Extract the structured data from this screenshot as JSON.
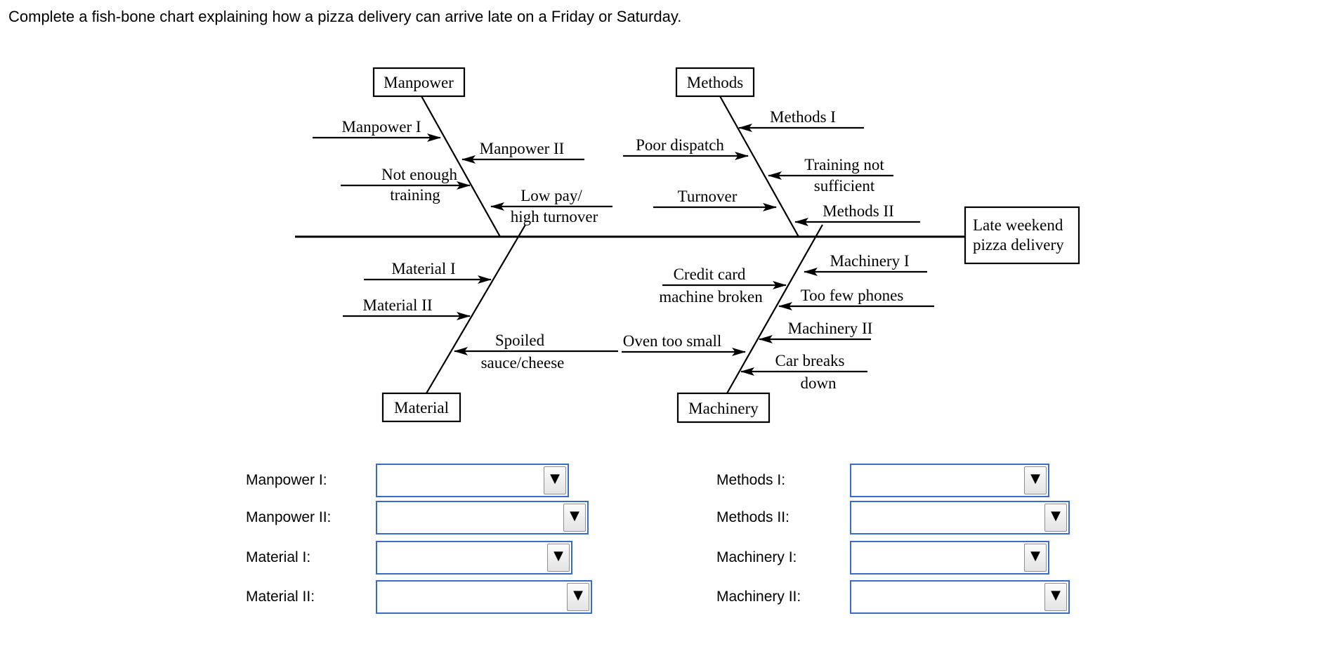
{
  "page": {
    "title": "Complete a fish-bone chart explaining how a pizza delivery can arrive late on a Friday or Saturday."
  },
  "colors": {
    "select_border": "#3a6cc7",
    "diagram_line": "#000000"
  },
  "icons": {
    "dropdown_arrow": "▼"
  },
  "diagram": {
    "boxes": {
      "manpower": "Manpower",
      "methods": "Methods",
      "material": "Material",
      "machinery": "Machinery"
    },
    "effect": {
      "line1": "Late weekend",
      "line2": "pizza delivery"
    },
    "ribs": {
      "manpower_1": {
        "line1": "Manpower I"
      },
      "manpower_2": {
        "line1": "Manpower II"
      },
      "manpower_3": {
        "line1": "Not enough",
        "line2": "training"
      },
      "manpower_4": {
        "line1": "Low pay/",
        "line2": "high turnover"
      },
      "methods_1": {
        "line1": "Methods I"
      },
      "methods_2": {
        "line1": "Poor dispatch"
      },
      "methods_3": {
        "line1": "Training not",
        "line2": "sufficient"
      },
      "methods_4": {
        "line1": "Turnover"
      },
      "methods_5": {
        "line1": "Methods II"
      },
      "material_1": {
        "line1": "Material I"
      },
      "material_2": {
        "line1": "Material II"
      },
      "material_3": {
        "line1": "Spoiled",
        "line2": "sauce/cheese"
      },
      "machinery_1": {
        "line1": "Machinery I"
      },
      "machinery_2": {
        "line1": "Credit card",
        "line2": "machine broken"
      },
      "machinery_3": {
        "line1": "Too few phones"
      },
      "machinery_4": {
        "line1": "Machinery II"
      },
      "machinery_5": {
        "line1": "Oven too small"
      },
      "machinery_6": {
        "line1": "Car breaks",
        "line2": "down"
      }
    }
  },
  "form": {
    "left_rows": [
      {
        "label": "Manpower I:",
        "value": ""
      },
      {
        "label": "Manpower II:",
        "value": ""
      },
      {
        "label": "Material I:",
        "value": ""
      },
      {
        "label": "Material II:",
        "value": ""
      }
    ],
    "right_rows": [
      {
        "label": "Methods I:",
        "value": ""
      },
      {
        "label": "Methods II:",
        "value": ""
      },
      {
        "label": "Machinery I:",
        "value": ""
      },
      {
        "label": "Machinery II:",
        "value": ""
      }
    ]
  }
}
